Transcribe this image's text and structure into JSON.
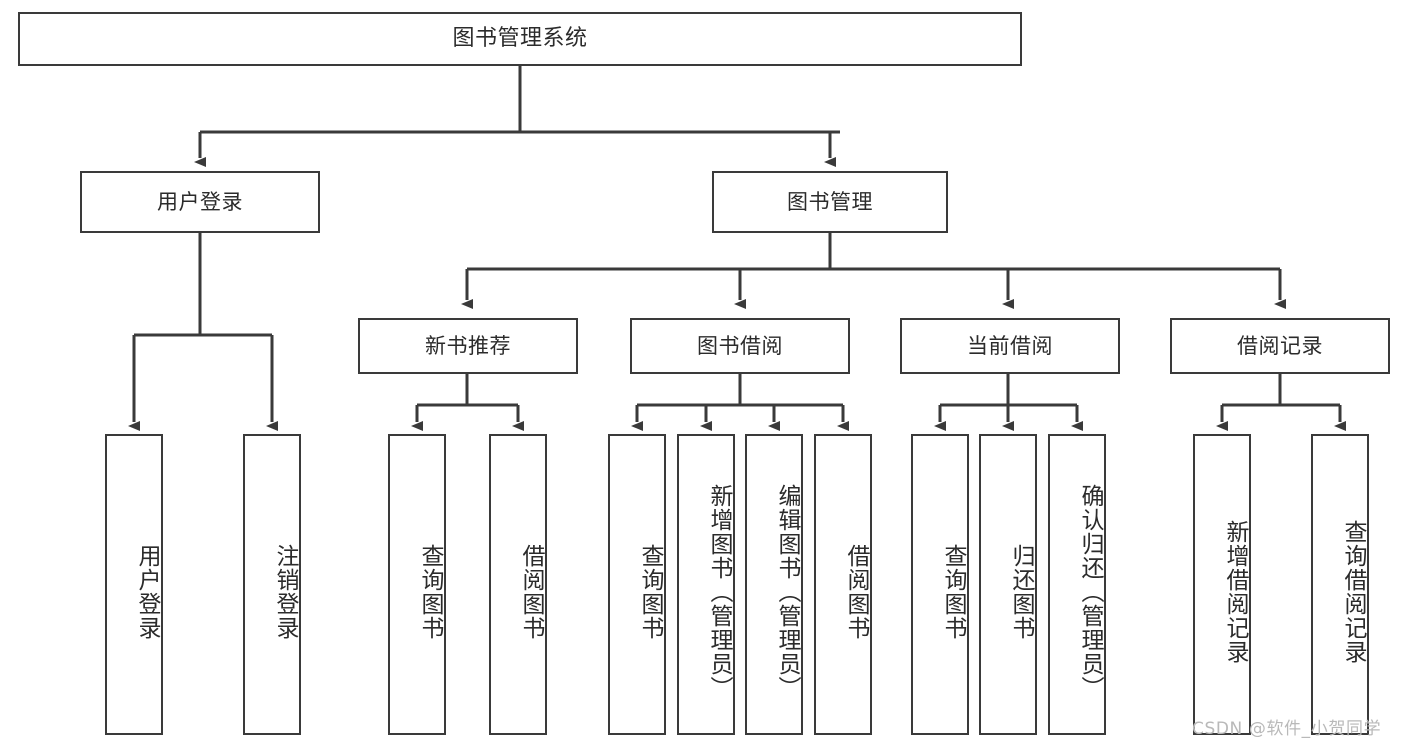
{
  "diagram": {
    "title": "图书管理系统",
    "type": "functional-structure-tree",
    "orientation": "top-down",
    "colors": {
      "background": "#ffffff",
      "border": "#3a3a3a",
      "text": "#2b2b2b",
      "edge": "#3a3a3a",
      "watermark": "#b9b9b9"
    }
  },
  "root": {
    "label": "图书管理系统"
  },
  "level2": [
    {
      "label": "用户登录"
    },
    {
      "label": "图书管理"
    }
  ],
  "level3": [
    {
      "label": "新书推荐"
    },
    {
      "label": "图书借阅"
    },
    {
      "label": "当前借阅"
    },
    {
      "label": "借阅记录"
    }
  ],
  "leaves": {
    "user_login": [
      {
        "label": "用户登录"
      },
      {
        "label": "注销登录"
      }
    ],
    "new_book_recommend": [
      {
        "label": "查询图书"
      },
      {
        "label": "借阅图书"
      }
    ],
    "book_borrow": [
      {
        "label": "查询图书"
      },
      {
        "label": "新增图书（管理员）"
      },
      {
        "label": "编辑图书（管理员）"
      },
      {
        "label": "借阅图书"
      }
    ],
    "current_borrow": [
      {
        "label": "查询图书"
      },
      {
        "label": "归还图书"
      },
      {
        "label": "确认归还（管理员）"
      }
    ],
    "borrow_record": [
      {
        "label": "新增借阅记录"
      },
      {
        "label": "查询借阅记录"
      }
    ]
  },
  "watermark": {
    "text": "CSDN @软件_小贺同学"
  }
}
